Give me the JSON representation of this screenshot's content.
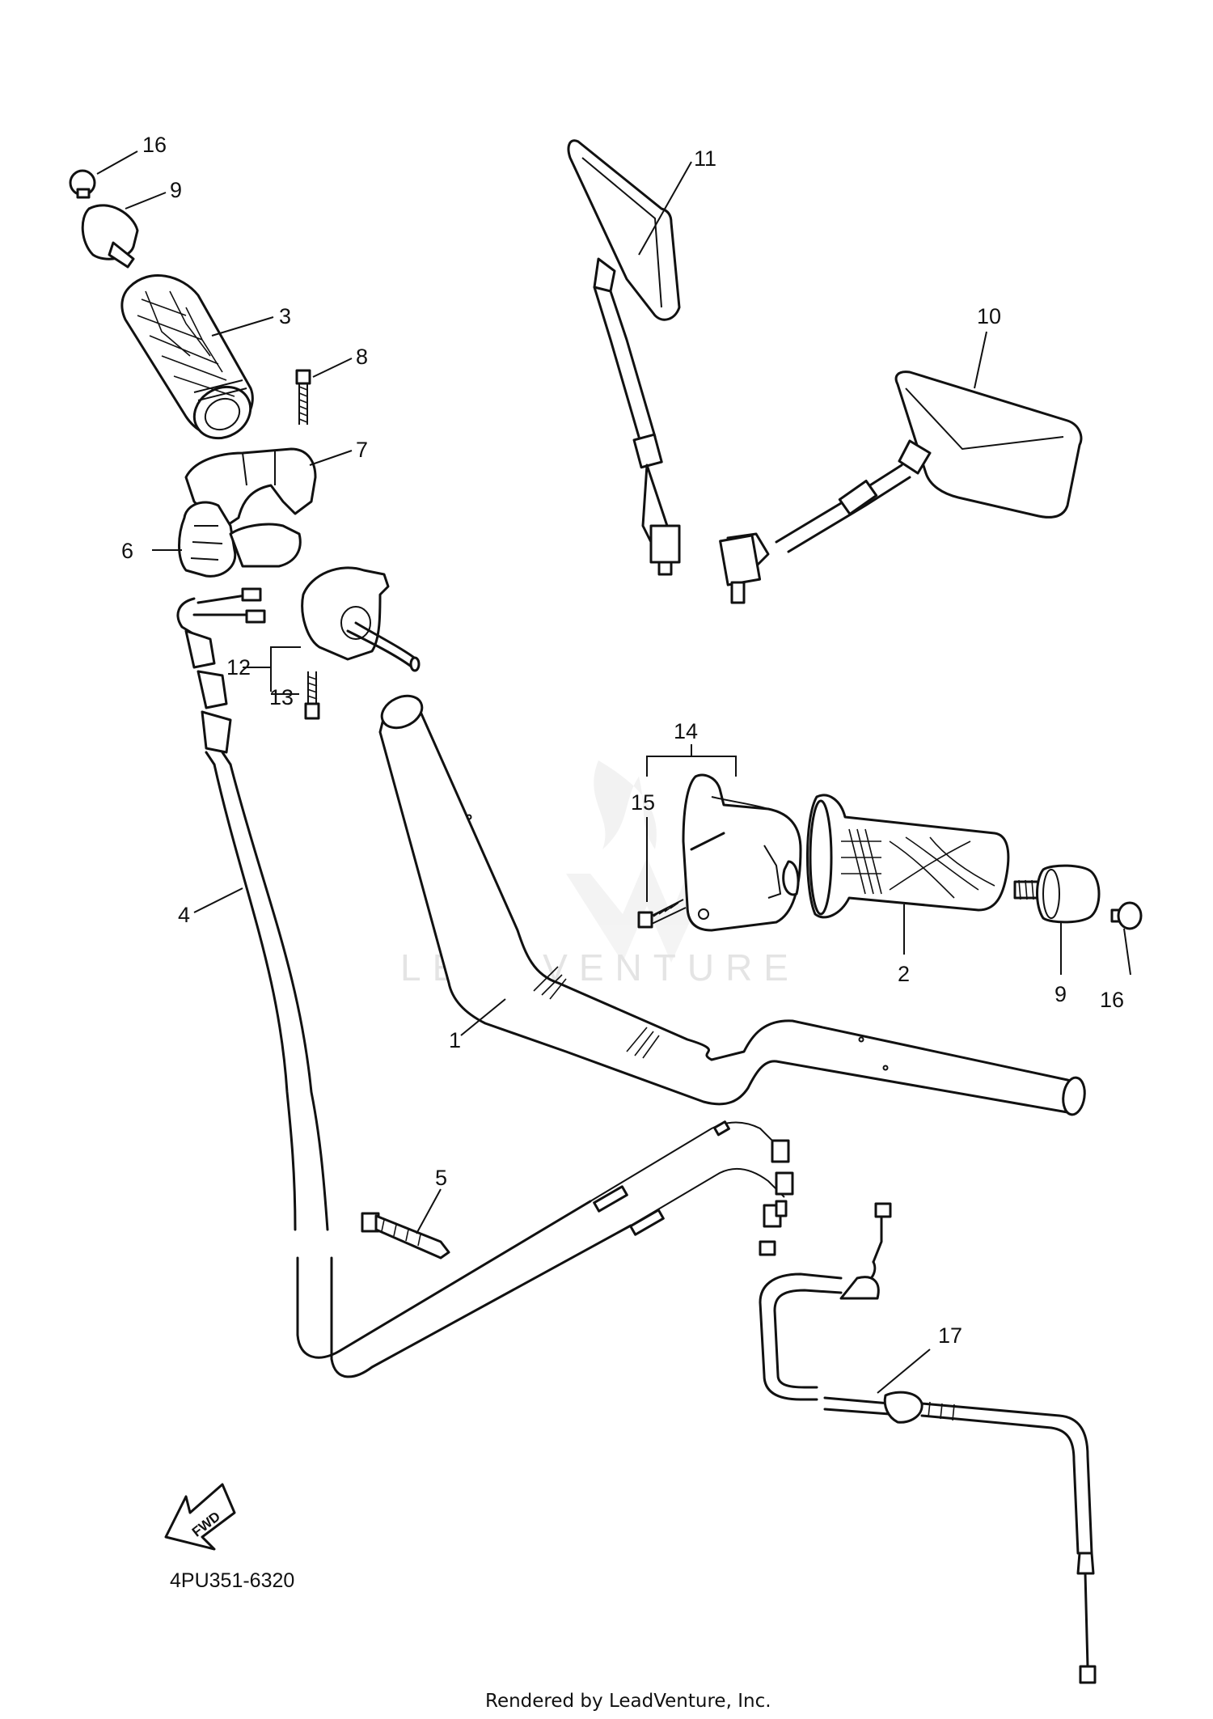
{
  "callouts": {
    "c1": "1",
    "c2": "2",
    "c3": "3",
    "c4": "4",
    "c5": "5",
    "c6": "6",
    "c7": "7",
    "c8": "8",
    "c9_left": "9",
    "c9_right": "9",
    "c10": "10",
    "c11": "11",
    "c12": "12",
    "c13": "13",
    "c14": "14",
    "c15": "15",
    "c16_left": "16",
    "c16_right": "16",
    "c17": "17"
  },
  "watermark": {
    "brand": "LEADVENTURE"
  },
  "diagram_code": "4PU351-6320",
  "fwd_label": "FWD",
  "footer": "Rendered by LeadVenture, Inc.",
  "icons": {
    "direction": "fwd-arrow-icon",
    "brand_logo": "leadventure-logo-icon"
  }
}
